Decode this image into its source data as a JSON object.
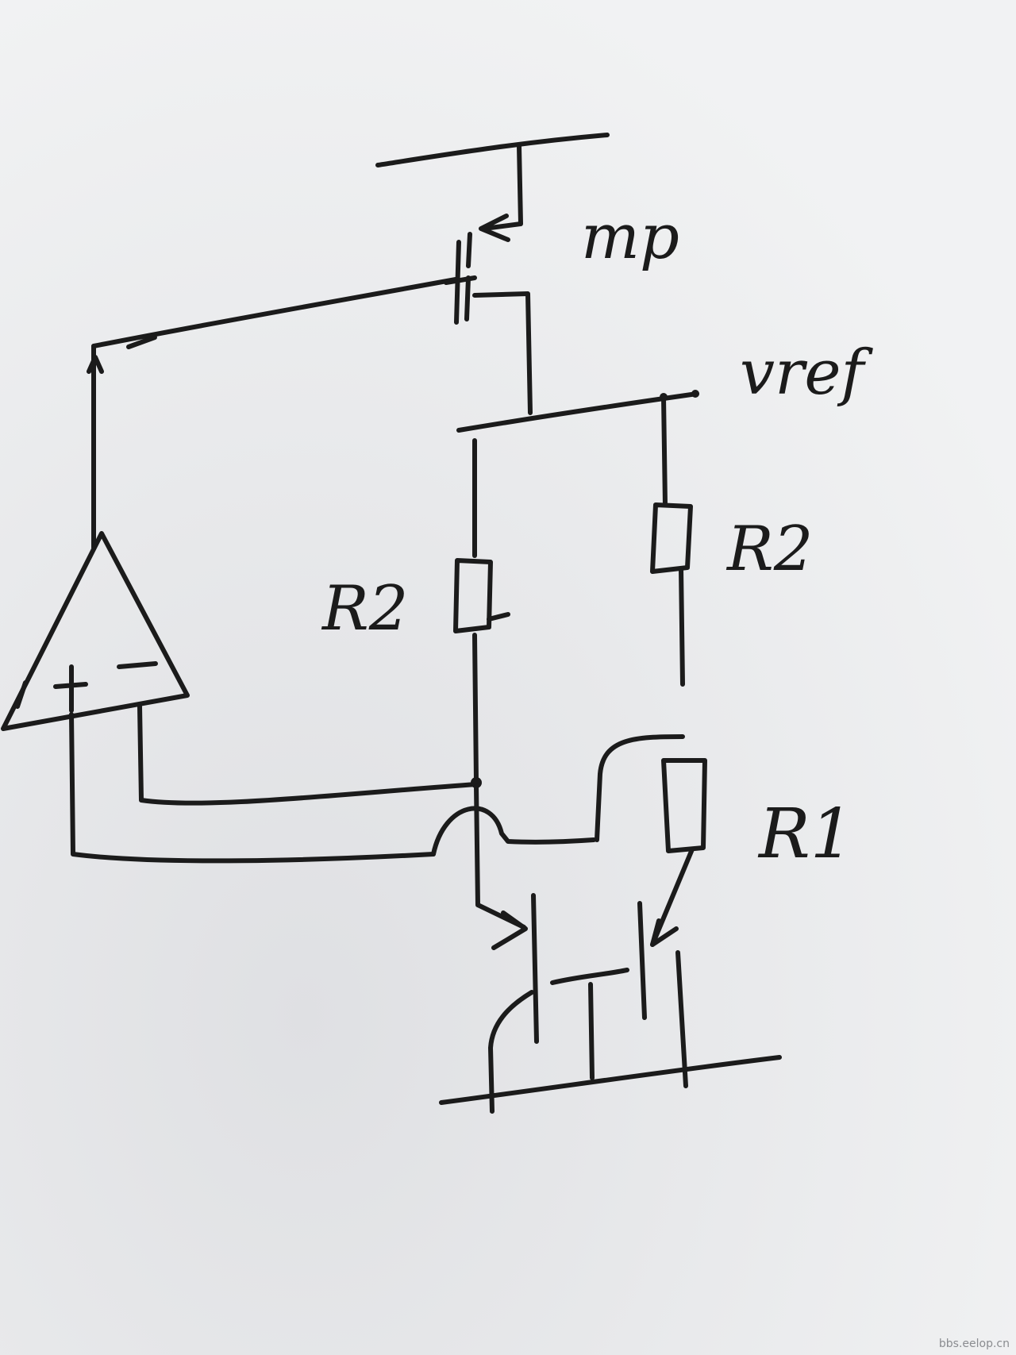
{
  "diagram": {
    "labels": {
      "transistor": "mp",
      "output": "vref",
      "resistor_left": "R2",
      "resistor_right": "R2",
      "resistor_bottom": "R1",
      "opamp_plus": "+",
      "opamp_minus": "-"
    }
  },
  "watermark": "bbs.eelop.cn",
  "colors": {
    "paper": "#e9eaec",
    "ink": "#1b1b1b"
  }
}
